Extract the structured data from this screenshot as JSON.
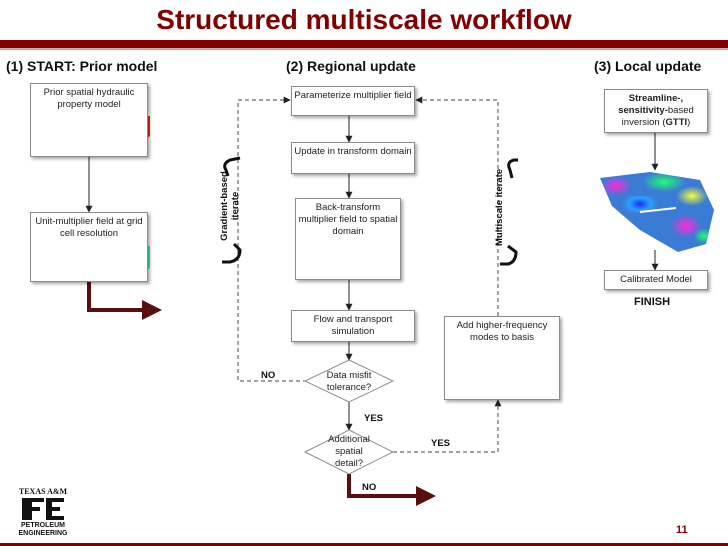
{
  "title": "Structured multiscale workflow",
  "headers": {
    "start": "(1) START: Prior model",
    "regional": "(2) Regional update",
    "local": "(3) Local update"
  },
  "boxes": {
    "prior": "Prior spatial hydraulic property model",
    "unit_multiplier": "Unit-multiplier field at grid cell resolution",
    "parameterize": "Parameterize multiplier field",
    "transform": "Update in transform domain",
    "back_transform": "Back-transform multiplier field to spatial domain",
    "flow": "Flow and transport simulation",
    "add_modes": "Add higher-frequency modes to basis",
    "streamline_bold": "Streamline-, sensitivity-",
    "streamline_rest": "based inversion (",
    "streamline_gtti": "GTTI",
    "streamline_end": ")",
    "calibrated": "Calibrated Model"
  },
  "decisions": {
    "misfit": "Data misfit tolerance?",
    "detail": "Additional spatial detail?"
  },
  "labels": {
    "finish": "FINISH",
    "no_1": "NO",
    "yes_1": "YES",
    "yes_2": "YES",
    "no_2": "NO",
    "gradient_iterate": "Gradient-based iterate",
    "multiscale_iterate": "Multiscale iterate"
  },
  "logo": {
    "top": "TEXAS A&M",
    "bottom1": "PETROLEUM",
    "bottom2": "ENGINEERING"
  },
  "page_number": "11",
  "colors": {
    "maroon": "#800000",
    "connector": "#222222",
    "arrow_dark": "#5a0f0f"
  }
}
